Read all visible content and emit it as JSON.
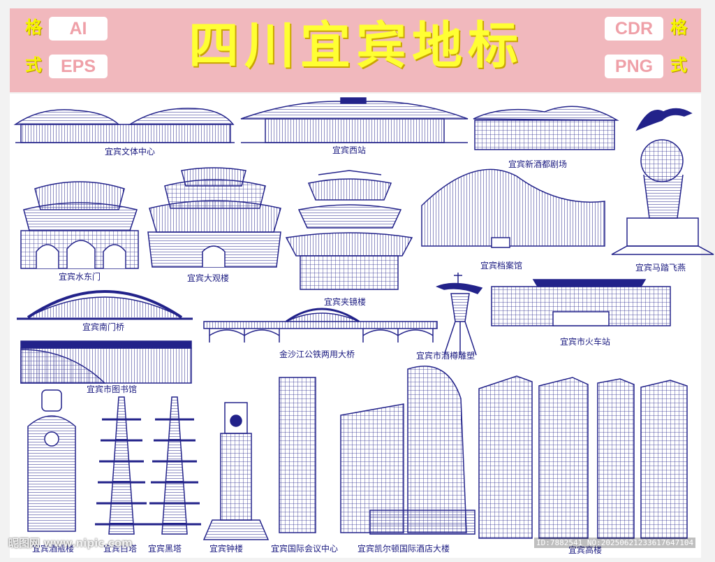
{
  "header": {
    "title": "四川宜宾地标",
    "left_side": [
      "格",
      "式"
    ],
    "right_side": [
      "格",
      "式"
    ],
    "formats_left": [
      "AI",
      "EPS"
    ],
    "formats_right": [
      "CDR",
      "PNG"
    ]
  },
  "landmarks": [
    "宜宾文体中心",
    "宜宾西站",
    "宜宾新酒都剧场",
    "宜宾水东门",
    "宜宾大观楼",
    "宜宾夹镜楼",
    "宜宾档案馆",
    "宜宾马踏飞燕",
    "宜宾南门桥",
    "金沙江公铁两用大桥",
    "宜宾市酒樽雕塑",
    "宜宾市火车站",
    "宜宾市图书馆",
    "宜宾酒瓶楼",
    "宜宾白塔",
    "宜宾黑塔",
    "宜宾钟楼",
    "宜宾国际会议中心",
    "宜宾凯尔顿国际酒店大楼",
    "宜宾高楼"
  ],
  "watermark": {
    "id_text": "ID:7882541 NO:20250621233617647104",
    "site_text": "昵图网 www.nipic.com"
  },
  "colors": {
    "banner": "#f1b8bd",
    "title": "#ffff33",
    "line_art": "#22228a"
  }
}
